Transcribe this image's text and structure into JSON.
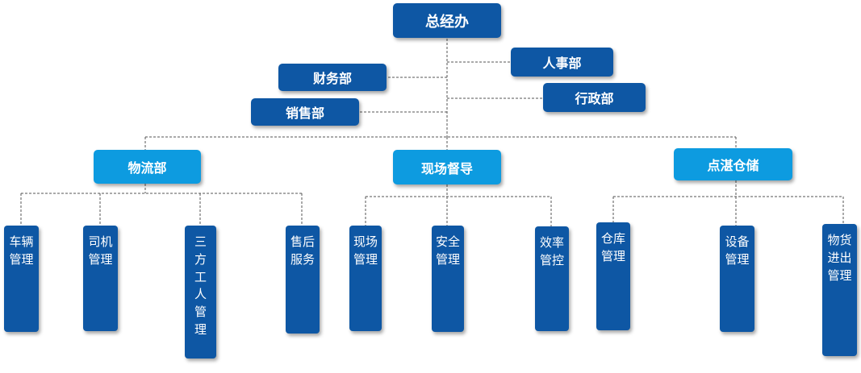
{
  "org": {
    "root": "总经办",
    "staff": {
      "finance": "财务部",
      "sales": "销售部",
      "hr": "人事部",
      "admin": "行政部"
    },
    "divisions": {
      "logistics": {
        "label": "物流部",
        "units": [
          "车辆管理",
          "司机管理",
          "三方工人管理",
          "售后服务"
        ]
      },
      "supervision": {
        "label": "现场督导",
        "units": [
          "现场管理",
          "安全管理",
          "效率管控"
        ]
      },
      "warehouse": {
        "label": "点湛仓储",
        "units": [
          "仓库管理",
          "设备管理",
          "物货进出管理"
        ]
      }
    }
  },
  "colors": {
    "dark_node": "#0e57a4",
    "light_node": "#0d9be0",
    "connector": "#555555"
  }
}
